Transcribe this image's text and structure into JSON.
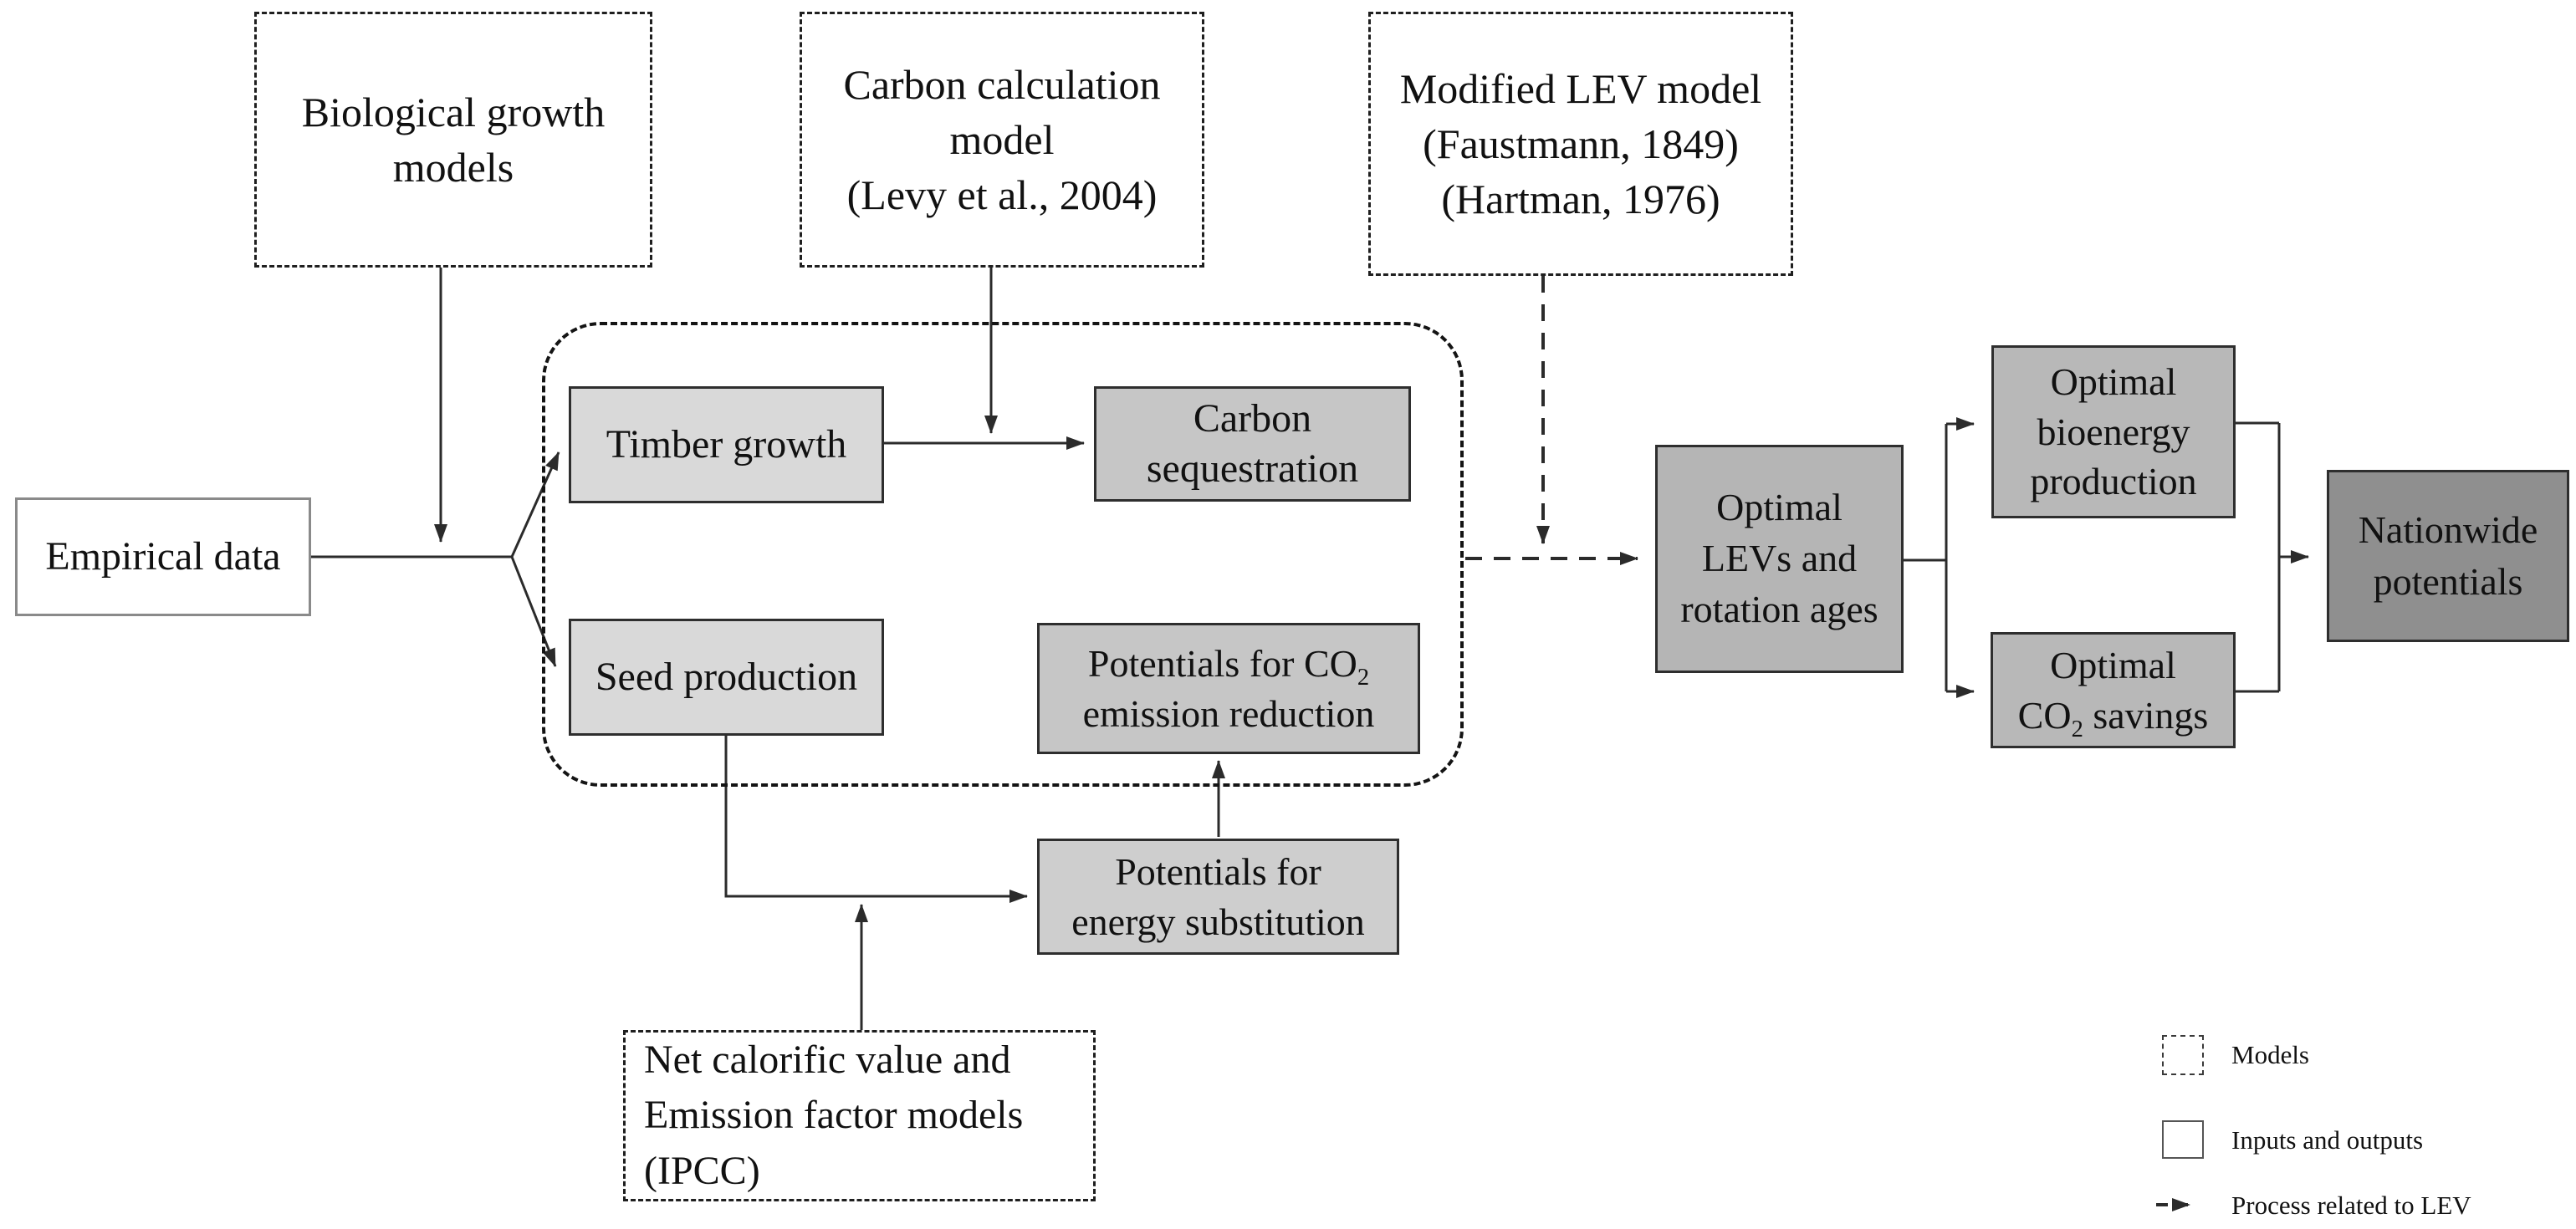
{
  "diagram": {
    "model_boxes": {
      "biological": {
        "line1": "Biological growth",
        "line2": "models"
      },
      "carbon_calc": {
        "line1": "Carbon calculation",
        "line2": "model",
        "line3": "(Levy et al., 2004)"
      },
      "modified_lev": {
        "line1": "Modified LEV model",
        "line2": "(Faustmann, 1849)",
        "line3": "(Hartman, 1976)"
      },
      "ipcc": {
        "line1": "Net calorific value and",
        "line2": "Emission factor models",
        "line3": "(IPCC)"
      }
    },
    "io_boxes": {
      "empirical": {
        "label": "Empirical data"
      },
      "timber": {
        "label": "Timber growth"
      },
      "carbon_seq": {
        "line1": "Carbon",
        "line2": "sequestration"
      },
      "seed": {
        "label": "Seed production"
      },
      "co2_reduction": {
        "line1_pre": "Potentials for CO",
        "line1_sub": "2",
        "line2": "emission reduction"
      },
      "energy_sub": {
        "line1": "Potentials for",
        "line2": "energy substitution"
      },
      "optimal_lev": {
        "line1": "Optimal",
        "line2": "LEVs and",
        "line3": "rotation ages"
      },
      "bioenergy": {
        "line1": "Optimal",
        "line2": "bioenergy",
        "line3": "production"
      },
      "co2_savings": {
        "line1": "Optimal",
        "line2_pre": "CO",
        "line2_sub": "2",
        "line2_post": " savings"
      },
      "nationwide": {
        "line1": "Nationwide",
        "line2": "potentials"
      }
    },
    "legend": {
      "models_label": "Models",
      "inputs_label": "Inputs and outputs",
      "process_label": "Process related to LEV"
    },
    "colors": {
      "light_gray": "#d9d9d9",
      "mid_gray": "#c6c6c6",
      "box_gray": "#b5b5b5",
      "dark_gray": "#8f8f8f",
      "line": "#2b2b2b"
    }
  }
}
